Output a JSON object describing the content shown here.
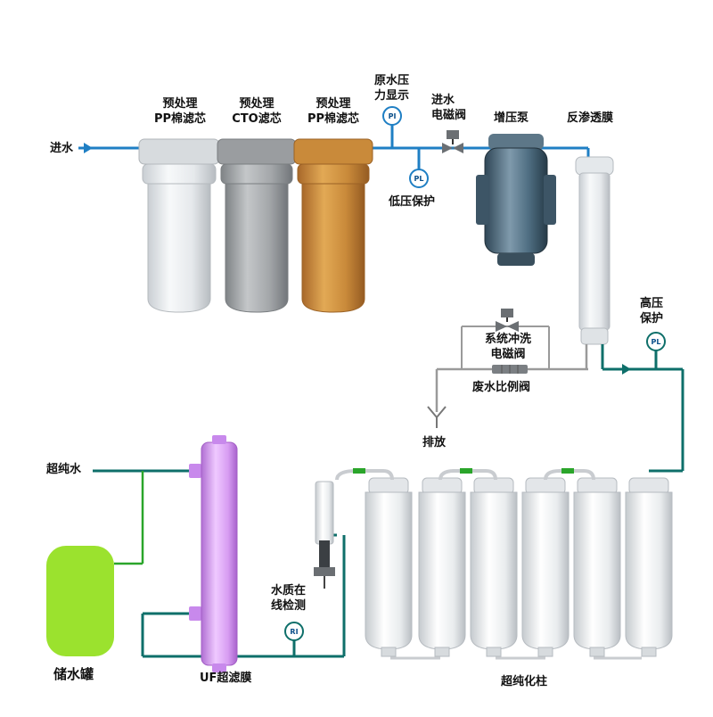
{
  "labels": {
    "inlet": "进水",
    "pre1_line1": "预处理",
    "pre1_line2": "PP棉滤芯",
    "pre2_line1": "预处理",
    "pre2_line2": "CTO滤芯",
    "pre3_line1": "预处理",
    "pre3_line2": "PP棉滤芯",
    "raw_pressure_line1": "原水压",
    "raw_pressure_line2": "力显示",
    "inlet_valve_line1": "进水",
    "inlet_valve_line2": "电磁阀",
    "booster_pump": "增压泵",
    "ro_membrane": "反渗透膜",
    "low_pressure": "低压保护",
    "high_pressure_line1": "高压",
    "high_pressure_line2": "保护",
    "flush_valve_line1": "系统冲洗",
    "flush_valve_line2": "电磁阀",
    "waste_ratio_valve": "废水比例阀",
    "drain": "排放",
    "ultrapure_water": "超纯水",
    "storage_tank": "储水罐",
    "uf_membrane": "UF超滤膜",
    "quality_line1": "水质在",
    "quality_line2": "线检测",
    "ultrapure_columns": "超纯化柱"
  },
  "gauges": {
    "pi": "PI",
    "pl_low": "PL",
    "pl_high": "PL",
    "ri": "RI"
  },
  "colors": {
    "pipe_blue": "#1f7fc4",
    "pipe_teal": "#0e6f6a",
    "pipe_grey": "#9a9a9a",
    "pipe_green": "#2aa52a",
    "tank_green": "#9be22e",
    "uf_purple": "#d79cf2",
    "pp_white": "#e8ecef",
    "cto_grey": "#a5a8ab",
    "pp_amber": "#c98a3a",
    "pump_steel": "#4f6e82"
  }
}
